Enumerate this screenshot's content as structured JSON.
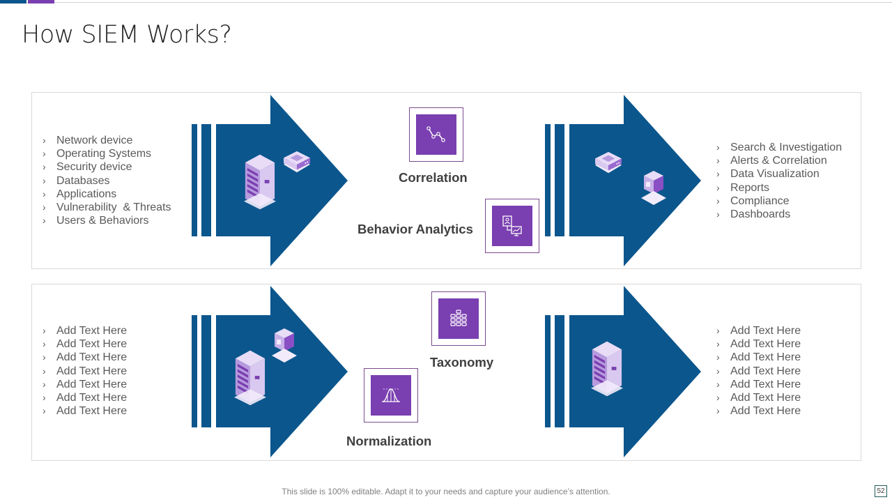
{
  "slide": {
    "title": "How SIEM Works?",
    "footer": "This slide is 100% editable. Adapt it to your needs and capture your audience’s attention.",
    "page_number": "52"
  },
  "colors": {
    "arrow_blue": "#0b568d",
    "tile_purple": "#7a3fb0",
    "tile_border": "#7a4b8e",
    "icon_light": "#d9c8ef",
    "icon_mid": "#b79ade",
    "icon_dark": "#7a3fb0"
  },
  "top_panel": {
    "sources": [
      "Network device",
      "Operating Systems",
      "Security device",
      "Databases",
      "Applications",
      "Vulnerability  & Threats",
      "Users & Behaviors"
    ],
    "steps": [
      {
        "label": "Correlation",
        "icon": "line-graph-icon"
      },
      {
        "label": "Behavior Analytics",
        "icon": "monitor-analytics-icon"
      }
    ],
    "outputs": [
      "Search & Investigation",
      "Alerts & Correlation",
      "Data Visualization",
      "Reports",
      "Compliance",
      "Dashboards"
    ]
  },
  "bottom_panel": {
    "sources": [
      "Add Text Here",
      "Add Text Here",
      "Add Text Here",
      "Add Text Here",
      "Add Text Here",
      "Add Text Here",
      "Add Text Here"
    ],
    "steps": [
      {
        "label": "Taxonomy",
        "icon": "hierarchy-icon"
      },
      {
        "label": "Normalization",
        "icon": "bell-curve-icon"
      }
    ],
    "outputs": [
      "Add Text Here",
      "Add Text Here",
      "Add Text Here",
      "Add Text Here",
      "Add Text Here",
      "Add Text Here",
      "Add Text Here"
    ]
  },
  "chevron": "›"
}
